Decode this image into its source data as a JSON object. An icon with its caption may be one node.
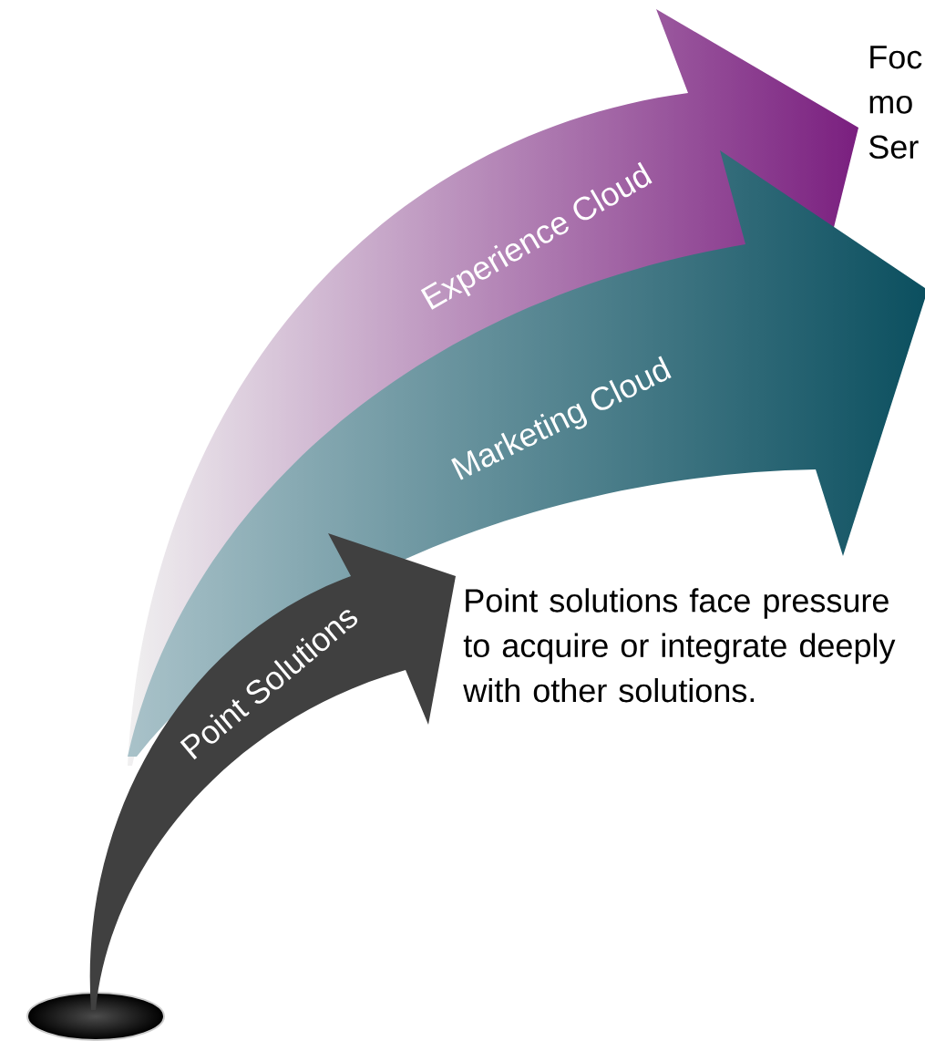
{
  "diagram": {
    "nodes": [
      {
        "text": [
          "Experience Cloud"
        ]
      },
      {
        "text": [
          "Marketing Cloud"
        ]
      },
      {
        "text": [
          "Point Solutions"
        ]
      }
    ],
    "labels": [
      "Foc mo Ser",
      "Point solutions face pressure to acquire or integrate deeply with other solutions."
    ]
  }
}
